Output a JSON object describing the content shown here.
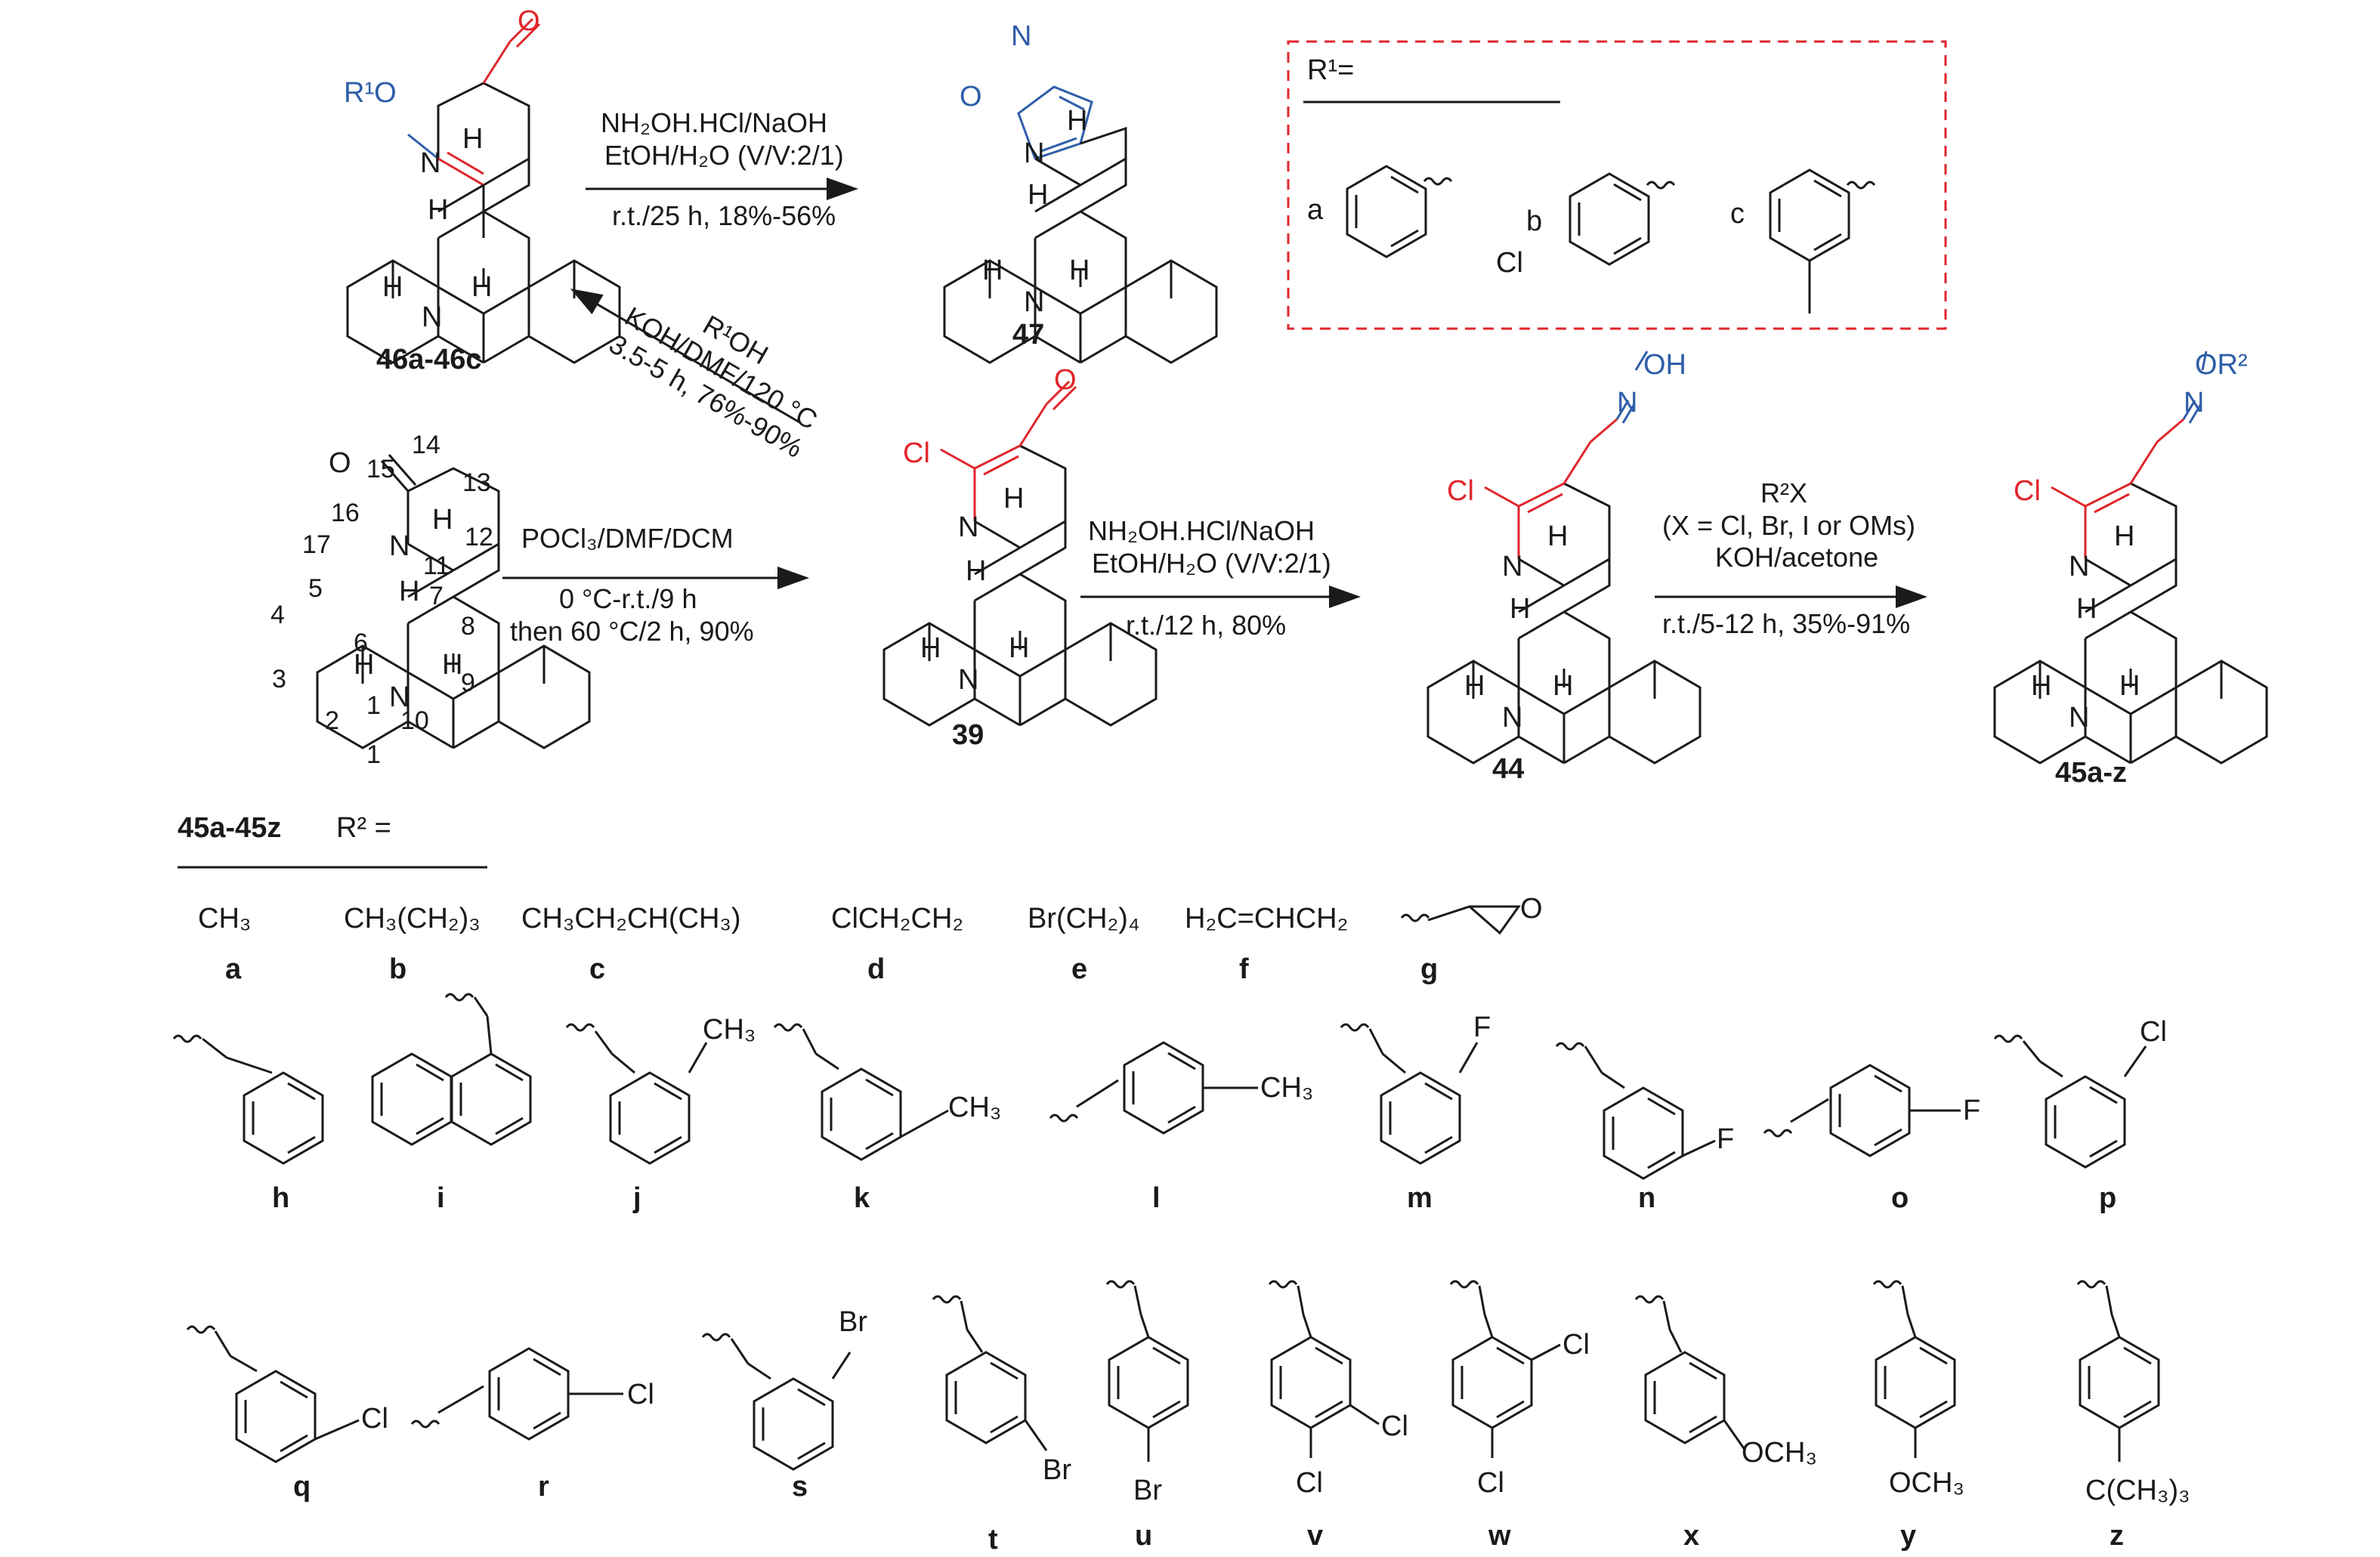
{
  "colors": {
    "bond": "#1a1a1a",
    "highlight_red": "#e0262b",
    "highlight_blue": "#2f5ea8",
    "box_border": "#e0262b"
  },
  "compounds": {
    "c46": "46a-46c",
    "c47": "47",
    "c39": "39",
    "c44": "44",
    "c45": "45a-z"
  },
  "atoms": {
    "r1o": "R¹O",
    "o": "O",
    "n": "N",
    "h": "H",
    "cl": "Cl",
    "oh": "OH",
    "or2": "OR²"
  },
  "numbering": [
    "15",
    "14",
    "13",
    "16",
    "12",
    "17",
    "11",
    "5",
    "7",
    "4",
    "8",
    "6",
    "3",
    "9",
    "1",
    "2",
    "10",
    "1"
  ],
  "reactions": {
    "r47_line1": "NH₂OH.HCl/NaOH",
    "r47_line2": "EtOH/H₂O (V/V:2/1)",
    "r47_line3": "r.t./25 h, 18%-56%",
    "r46_line1": "R¹OH",
    "r46_line2": "KOH/DMF/120 °C",
    "r46_line3": "3.5-5 h, 76%-90%",
    "r39_line1": "POCl₃/DMF/DCM",
    "r39_line2": "0 °C-r.t./9 h",
    "r39_line3": "then 60 °C/2 h, 90%",
    "r44_line1": "NH₂OH.HCl/NaOH",
    "r44_line2": "EtOH/H₂O (V/V:2/1)",
    "r44_line3": "r.t./12 h, 80%",
    "r45_line1": "R²X",
    "r45_line2": "(X = Cl, Br, I or OMs)",
    "r45_line3": "KOH/acetone",
    "r45_line4": "r.t./5-12 h, 35%-91%"
  },
  "r1_box": {
    "title": "R¹=",
    "items": [
      {
        "letter": "a",
        "substituent": ""
      },
      {
        "letter": "b",
        "substituent": "Cl"
      },
      {
        "letter": "c",
        "substituent": ""
      }
    ]
  },
  "r2_table": {
    "header": "45a-45z",
    "header_r": "R² =",
    "alkyl": [
      {
        "letter": "a",
        "formula": "CH₃"
      },
      {
        "letter": "b",
        "formula": "CH₃(CH₂)₃"
      },
      {
        "letter": "c",
        "formula": "CH₃CH₂CH(CH₃)"
      },
      {
        "letter": "d",
        "formula": "ClCH₂CH₂"
      },
      {
        "letter": "e",
        "formula": "Br(CH₂)₄"
      },
      {
        "letter": "f",
        "formula": "H₂C=CHCH₂"
      },
      {
        "letter": "g",
        "formula": "O"
      }
    ],
    "aryl_row1": [
      {
        "letter": "h",
        "sub": ""
      },
      {
        "letter": "i",
        "sub": ""
      },
      {
        "letter": "j",
        "sub": "CH₃"
      },
      {
        "letter": "k",
        "sub": "CH₃"
      },
      {
        "letter": "l",
        "sub": "CH₃"
      },
      {
        "letter": "m",
        "sub": "F"
      },
      {
        "letter": "n",
        "sub": "F"
      },
      {
        "letter": "o",
        "sub": "F"
      },
      {
        "letter": "p",
        "sub": "Cl"
      }
    ],
    "aryl_row2": [
      {
        "letter": "q",
        "sub": "Cl"
      },
      {
        "letter": "r",
        "sub": "Cl"
      },
      {
        "letter": "s",
        "sub": "Br"
      },
      {
        "letter": "t",
        "sub": "Br"
      },
      {
        "letter": "u",
        "sub": "Br"
      },
      {
        "letter": "v",
        "sub": "Cl",
        "sub2": "Cl"
      },
      {
        "letter": "w",
        "sub": "Cl",
        "sub2": "Cl"
      },
      {
        "letter": "x",
        "sub": "OCH₃"
      },
      {
        "letter": "y",
        "sub": "OCH₃"
      },
      {
        "letter": "z",
        "sub": "C(CH₃)₃"
      }
    ]
  }
}
